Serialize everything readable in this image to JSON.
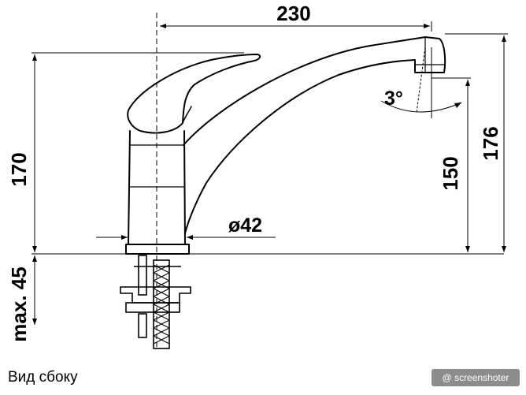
{
  "dimensions": {
    "spout_reach": "230",
    "total_height": "170",
    "height_with_aerator": "176",
    "spout_height": "150",
    "base_diameter": "ø42",
    "max_mount_thickness": "max. 45",
    "swivel_angle": "3°"
  },
  "caption": "Вид сбоку",
  "watermark": "@ screenshoter"
}
